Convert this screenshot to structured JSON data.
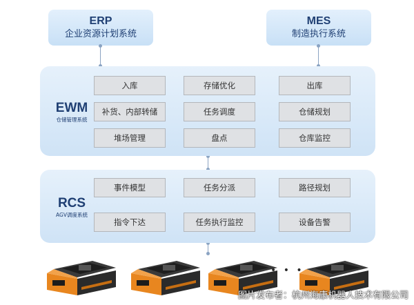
{
  "erp": {
    "title": "ERP",
    "subtitle": "企业资源计划系统"
  },
  "mes": {
    "title": "MES",
    "subtitle": "制造执行系统"
  },
  "ewm": {
    "title": "EWM",
    "subtitle": "仓储管理系统",
    "cells": [
      "入库",
      "存储优化",
      "出库",
      "补货、内部转储",
      "任务调度",
      "仓储规划",
      "堆场管理",
      "盘点",
      "仓库监控"
    ]
  },
  "rcs": {
    "title": "RCS",
    "subtitle": "AGV调度系统",
    "cells": [
      "事件模型",
      "任务分派",
      "路径规划",
      "指令下达",
      "任务执行监控",
      "设备告警"
    ]
  },
  "ellipsis": "• • • •",
  "watermark": "图片发布者：杭州海康机器人技术有限公司",
  "colors": {
    "box": "#cfe3f6",
    "cell": "#dfe1e4",
    "title": "#1f3f73",
    "robot_orange": "#e8861f",
    "robot_body": "#2b2b2b"
  }
}
